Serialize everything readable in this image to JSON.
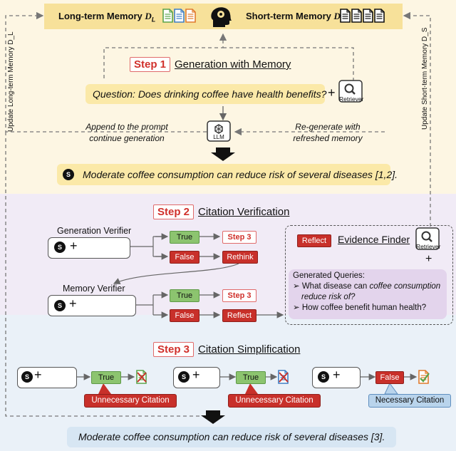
{
  "memory_bar": {
    "long_term": "Long-term Memory",
    "long_term_symbol": "D",
    "long_term_sub": "L",
    "short_term": "Short-term Memory",
    "short_term_symbol": "D",
    "short_term_sub": "S"
  },
  "side_labels": {
    "left": "Update Long-term Memory D_L",
    "right": "Update Short-term Memory D_S"
  },
  "step1": {
    "badge": "Step 1",
    "title": "Generation with Memory",
    "question": "Question: Does drinking coffee have health benefits?",
    "plus": "+",
    "retriever": "Retriever",
    "llm": "LLM",
    "left_caption": [
      "Append to the prompt",
      "continue generation"
    ],
    "right_caption": [
      "Re-generate with",
      "refreshed memory"
    ],
    "output_marker": "S",
    "output": "Moderate coffee consumption can reduce risk of several diseases [1,2]."
  },
  "step2": {
    "badge": "Step 2",
    "title": "Citation Verification",
    "generation_verifier": "Generation Verifier",
    "memory_verifier": "Memory Verifier",
    "marker": "S",
    "plus": "+",
    "true_label": "True",
    "false_label": "False",
    "step3_label": "Step 3",
    "rethink_label": "Rethink",
    "reflect_label": "Reflect",
    "evidence_finder": {
      "reflect_tag": "Reflect",
      "title": "Evidence Finder",
      "retriever": "Retriever",
      "plus": "+",
      "queries_title": "Generated Queries:",
      "queries": [
        {
          "prefix": "➢ What disease can ",
          "emph": "coffee consumption reduce risk of?"
        },
        {
          "prefix": "➢ How coffee benefit human health?",
          "emph": ""
        }
      ]
    }
  },
  "step3": {
    "badge": "Step 3",
    "title": "Citation Simplification",
    "marker": "S",
    "plus": "+",
    "cases": [
      {
        "result": "True",
        "callout": "Unnecessary Citation"
      },
      {
        "result": "True",
        "callout": "Unnecessary Citation"
      },
      {
        "result": "False",
        "callout": "Necessary Citation"
      }
    ],
    "final_output": "Moderate coffee consumption can reduce risk of several diseases [3]."
  },
  "colors": {
    "doc_green": "#5aa34a",
    "doc_blue": "#3e7ec4",
    "doc_orange": "#e07a2c",
    "red": "#c8302a",
    "green": "#8cc46f"
  }
}
